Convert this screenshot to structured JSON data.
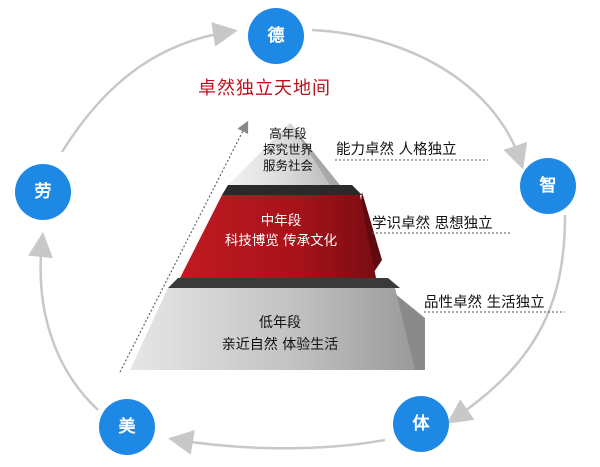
{
  "title": "卓然独立天地间",
  "circles": [
    {
      "label": "德",
      "color": "#1e88e5"
    },
    {
      "label": "智",
      "color": "#1e88e5"
    },
    {
      "label": "体",
      "color": "#1e88e5"
    },
    {
      "label": "美",
      "color": "#1e88e5"
    },
    {
      "label": "劳",
      "color": "#1e88e5"
    }
  ],
  "tiers": [
    {
      "name": "高年段",
      "lines": [
        "探究世界",
        "服务社会"
      ],
      "motto": "能力卓然  人格独立"
    },
    {
      "name": "中年段",
      "lines": [
        "科技博览  传承文化"
      ],
      "motto": "学识卓然  思想独立"
    },
    {
      "name": "低年段",
      "lines": [
        "亲近自然  体验生活"
      ],
      "motto": "品性卓然  生活独立"
    }
  ],
  "colors": {
    "circle": "#1e88e5",
    "arrow": "#c8c8c8",
    "top_tier": "#d8d8d8",
    "middle_tier": "#b8121a",
    "bottom_tier": "#b0b0b0",
    "title": "#b8121a"
  }
}
